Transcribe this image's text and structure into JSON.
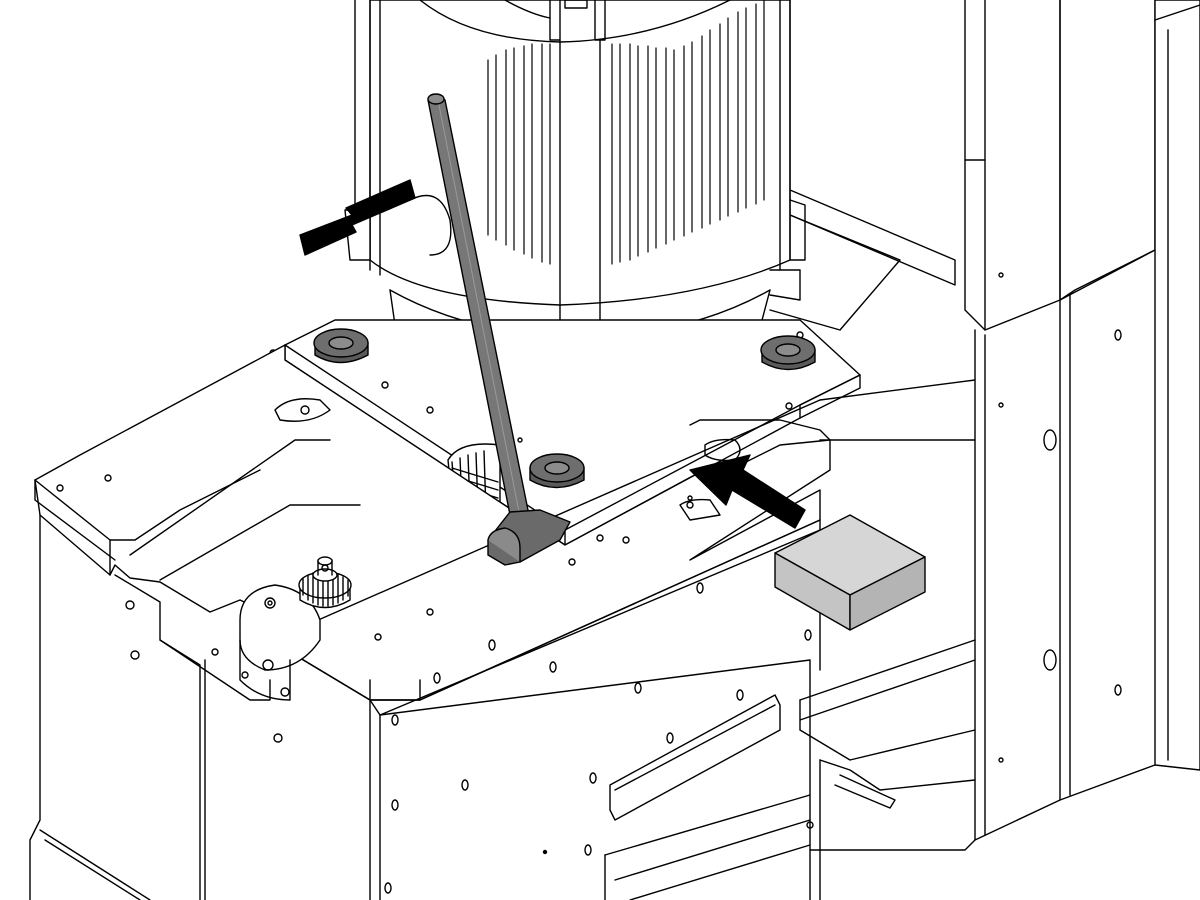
{
  "diagram": {
    "kind": "technical-assembly-illustration",
    "parts": [
      {
        "name": "motor",
        "icon": "finned-motor-icon"
      },
      {
        "name": "motor-mounting-plate",
        "icon": "plate-icon"
      },
      {
        "name": "rubber-dampers",
        "icon": "grommet-icon",
        "count": 3
      },
      {
        "name": "pry-bar",
        "icon": "lever-icon"
      },
      {
        "name": "wooden-block",
        "icon": "block-icon"
      },
      {
        "name": "machine-frame",
        "icon": "frame-icon"
      },
      {
        "name": "drive-pulley",
        "icon": "pulley-icon"
      },
      {
        "name": "small-pulley",
        "icon": "sprocket-icon"
      }
    ],
    "arrows": [
      {
        "name": "push-arrow",
        "direction": "up-left"
      },
      {
        "name": "pull-arrow",
        "direction": "left"
      }
    ],
    "colors": {
      "line": "#000000",
      "background": "#ffffff",
      "rubber": "#5a5a5a",
      "rubber_light": "#8c8c8c",
      "tool": "#777777",
      "block": "#c9c9c9",
      "arrow": "#000000"
    }
  }
}
